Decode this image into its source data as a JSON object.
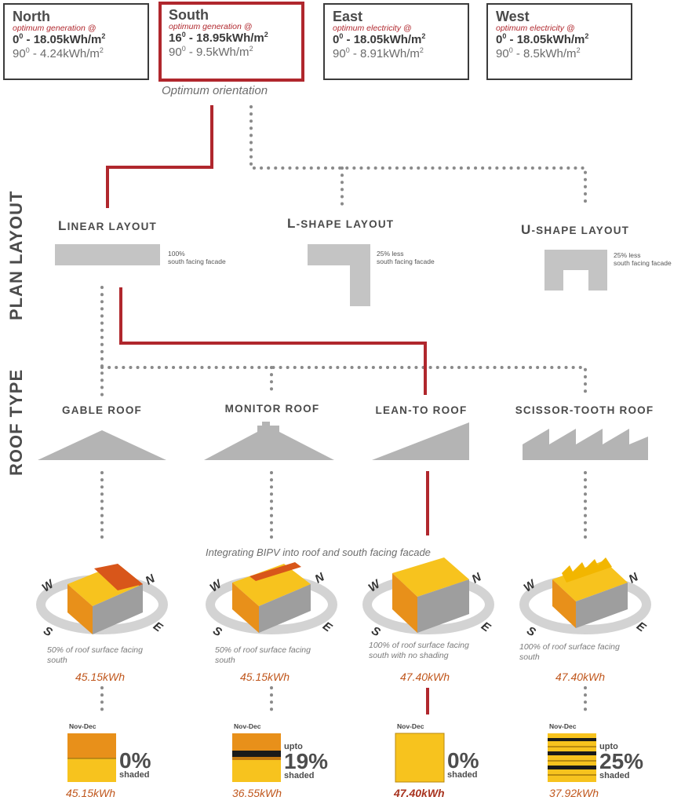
{
  "orientations": [
    {
      "dir": "North",
      "sub": "optimum generation @",
      "v1_angle": "0",
      "v1_rest": " - 18.05kWh/m",
      "v2_angle": "90",
      "v2_rest": " - 4.24kWh/m"
    },
    {
      "dir": "South",
      "sub": "optimum generation @",
      "v1_angle": "16",
      "v1_rest": " - 18.95kWh/m",
      "v2_angle": "90",
      "v2_rest": " - 9.5kWh/m"
    },
    {
      "dir": "East",
      "sub": "optimum electricity @",
      "v1_angle": "0",
      "v1_rest": " - 18.05kWh/m",
      "v2_angle": "90",
      "v2_rest": " - 8.91kWh/m"
    },
    {
      "dir": "West",
      "sub": "optimum electricity @",
      "v1_angle": "0",
      "v1_rest": " - 18.05kWh/m",
      "v2_angle": "90",
      "v2_rest": " - 8.5kWh/m"
    }
  ],
  "sup_degree": "0",
  "sup_square": "2",
  "optimum_label": "Optimum orientation",
  "side_labels": {
    "plan": "PLAN LAYOUT",
    "roof": "ROOF TYPE"
  },
  "layouts": [
    {
      "label_first": "L",
      "label_rest": "INEAR LAYOUT",
      "note1": "100%",
      "note2": "south facing facade"
    },
    {
      "label_first": "L",
      "label_rest": "-SHAPE LAYOUT",
      "note1": "25% less",
      "note2": "south facing facade"
    },
    {
      "label_first": "U",
      "label_rest": "-SHAPE LAYOUT",
      "note1": "25% less",
      "note2": "south facing facade"
    }
  ],
  "roofs": [
    {
      "label": "GABLE ROOF"
    },
    {
      "label": "MONITOR ROOF"
    },
    {
      "label": "LEAN-TO ROOF"
    },
    {
      "label": "SCISSOR-TOOTH ROOF"
    }
  ],
  "bipv_caption": "Integrating BIPV into roof and south facing facade",
  "compass": {
    "n": "N",
    "e": "E",
    "s": "S",
    "w": "W"
  },
  "results": [
    {
      "cap1": "50% of roof surface facing",
      "cap2": "south",
      "kwh": "45.15kWh",
      "month": "Nov-Dec",
      "upto": "",
      "pct": "0%",
      "shaded": "shaded",
      "final": "45.15kWh"
    },
    {
      "cap1": "50% of roof surface facing",
      "cap2": "south",
      "kwh": "45.15kWh",
      "month": "Nov-Dec",
      "upto": "upto",
      "pct": "19%",
      "shaded": "shaded",
      "final": "36.55kWh"
    },
    {
      "cap1": "100% of roof surface facing",
      "cap2": "south with no shading",
      "kwh": "47.40kWh",
      "month": "Nov-Dec",
      "upto": "",
      "pct": "0%",
      "shaded": "shaded",
      "final": "47.40kWh"
    },
    {
      "cap1": "100% of roof surface facing",
      "cap2": "south",
      "kwh": "47.40kWh",
      "month": "Nov-Dec",
      "upto": "upto",
      "pct": "25%",
      "shaded": "shaded",
      "final": "37.92kWh"
    }
  ],
  "colors": {
    "accent": "#b0272d",
    "gray": "#c4c4c4",
    "orange": "#e8901a",
    "yellow": "#f7c31e",
    "dots": "#8a8a8a"
  }
}
